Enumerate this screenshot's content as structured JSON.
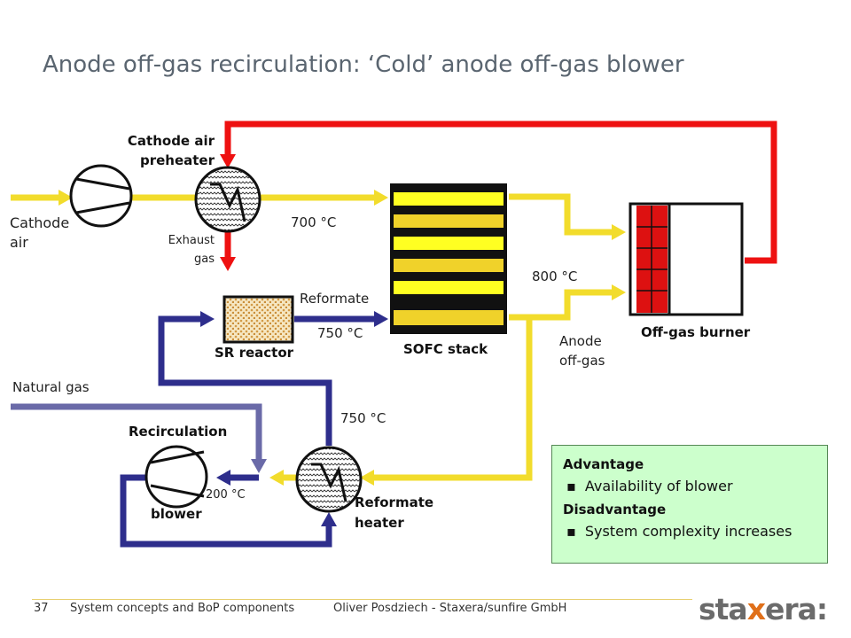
{
  "title": "Anode off-gas recirculation: ‘Cold’ anode off-gas blower",
  "labels": {
    "cathode_air_preheater_1": "Cathode air",
    "cathode_air_preheater_2": "preheater",
    "cathode_air_1": "Cathode",
    "cathode_air_2": "air",
    "exhaust_1": "Exhaust",
    "exhaust_2": "gas",
    "temp_700": "700 °C",
    "temp_800": "800 °C",
    "reformate": "Reformate",
    "temp_750_a": "750 °C",
    "sr_reactor": "SR reactor",
    "sofc_stack": "SOFC stack",
    "off_gas_burner": "Off-gas burner",
    "anode_offgas_1": "Anode",
    "anode_offgas_2": "off-gas",
    "natural_gas": "Natural gas",
    "temp_750_b": "750 °C",
    "recirculation": "Recirculation",
    "blower": "blower",
    "temp_200": "200 °C",
    "reformate_heater_1": "Reformate",
    "reformate_heater_2": "heater"
  },
  "info_box": {
    "advantage_head": "Advantage",
    "advantage_item": "Availability of blower",
    "disadvantage_head": "Disadvantage",
    "disadvantage_item": "System complexity increases"
  },
  "footer": {
    "page": "37",
    "section": "System concepts and BoP components",
    "author": "Oliver Posdziech - Staxera/sunfire GmbH"
  },
  "logo": {
    "part1": "sta",
    "part2": "x",
    "part3": "era",
    "part4": ":"
  },
  "colors": {
    "air_yellow": "#f2dc2c",
    "red": "#ee1111",
    "blue": "#2e2e8c",
    "natural_gas": "#6a6aa8",
    "box_green": "#ccffcc"
  }
}
